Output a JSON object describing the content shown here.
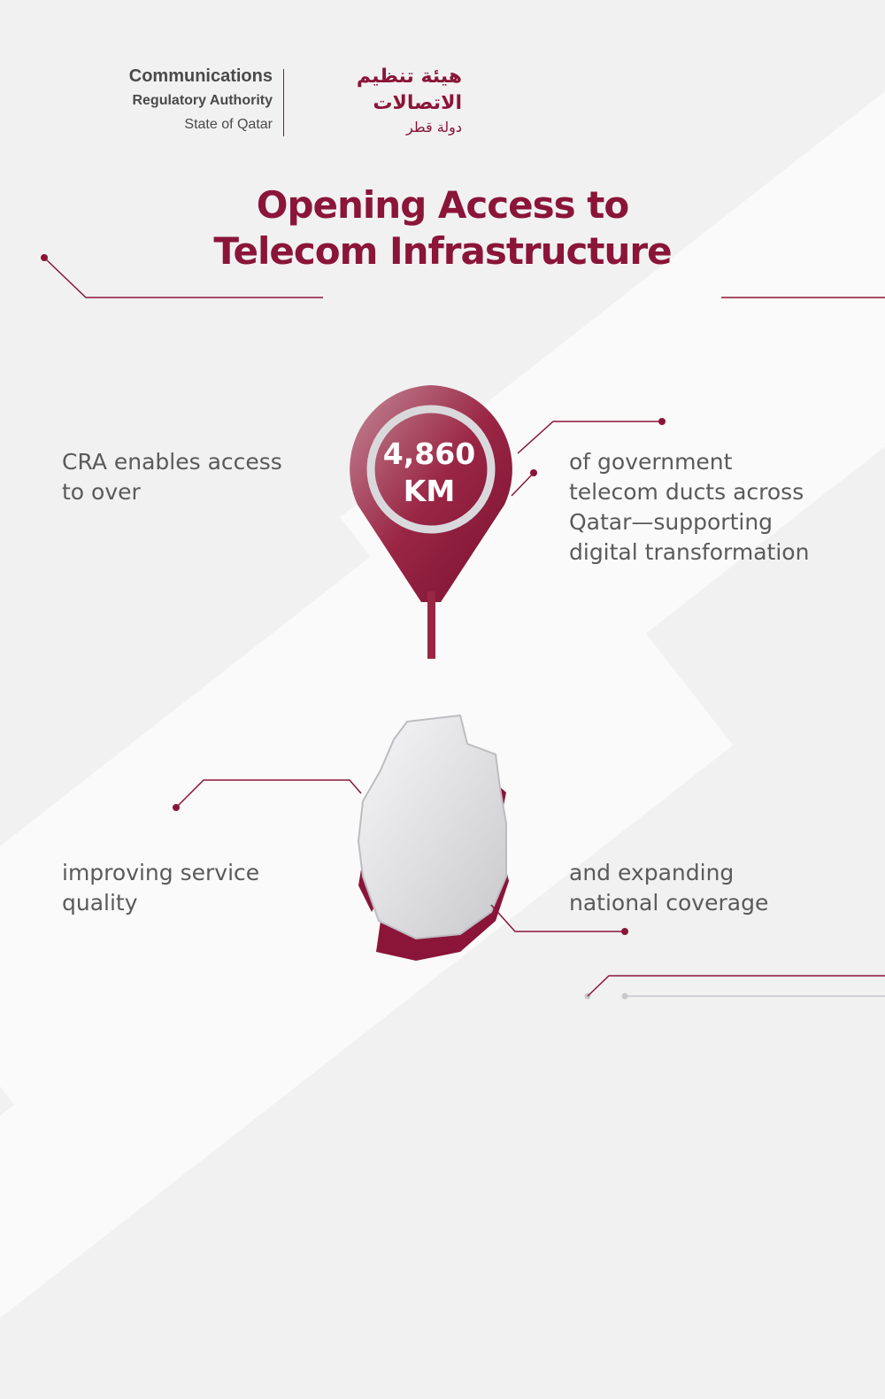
{
  "logo": {
    "en_line1": "Communications",
    "en_line2": "Regulatory Authority",
    "en_line3": "State of Qatar",
    "ar_line1": "هيئة تنظيم",
    "ar_line2": "الاتصالات",
    "ar_line3": "دولة قطر"
  },
  "title": {
    "line1": "Opening Access to",
    "line2": "Telecom Infrastructure"
  },
  "stat": {
    "value": "4,860",
    "unit": "KM"
  },
  "text_left_top": {
    "line1": "CRA enables access",
    "line2": "to over"
  },
  "text_right_top": {
    "line1": "of government",
    "line2": "telecom ducts across",
    "line3": "Qatar—supporting",
    "line4": "digital transformation"
  },
  "text_left_bottom": {
    "line1": "improving service",
    "line2": "quality"
  },
  "text_right_bottom": {
    "line1": "and expanding",
    "line2": "national coverage"
  },
  "colors": {
    "brand_maroon": "#8a1538",
    "text_gray": "#5a5a5a",
    "background": "#f1f1f2"
  }
}
